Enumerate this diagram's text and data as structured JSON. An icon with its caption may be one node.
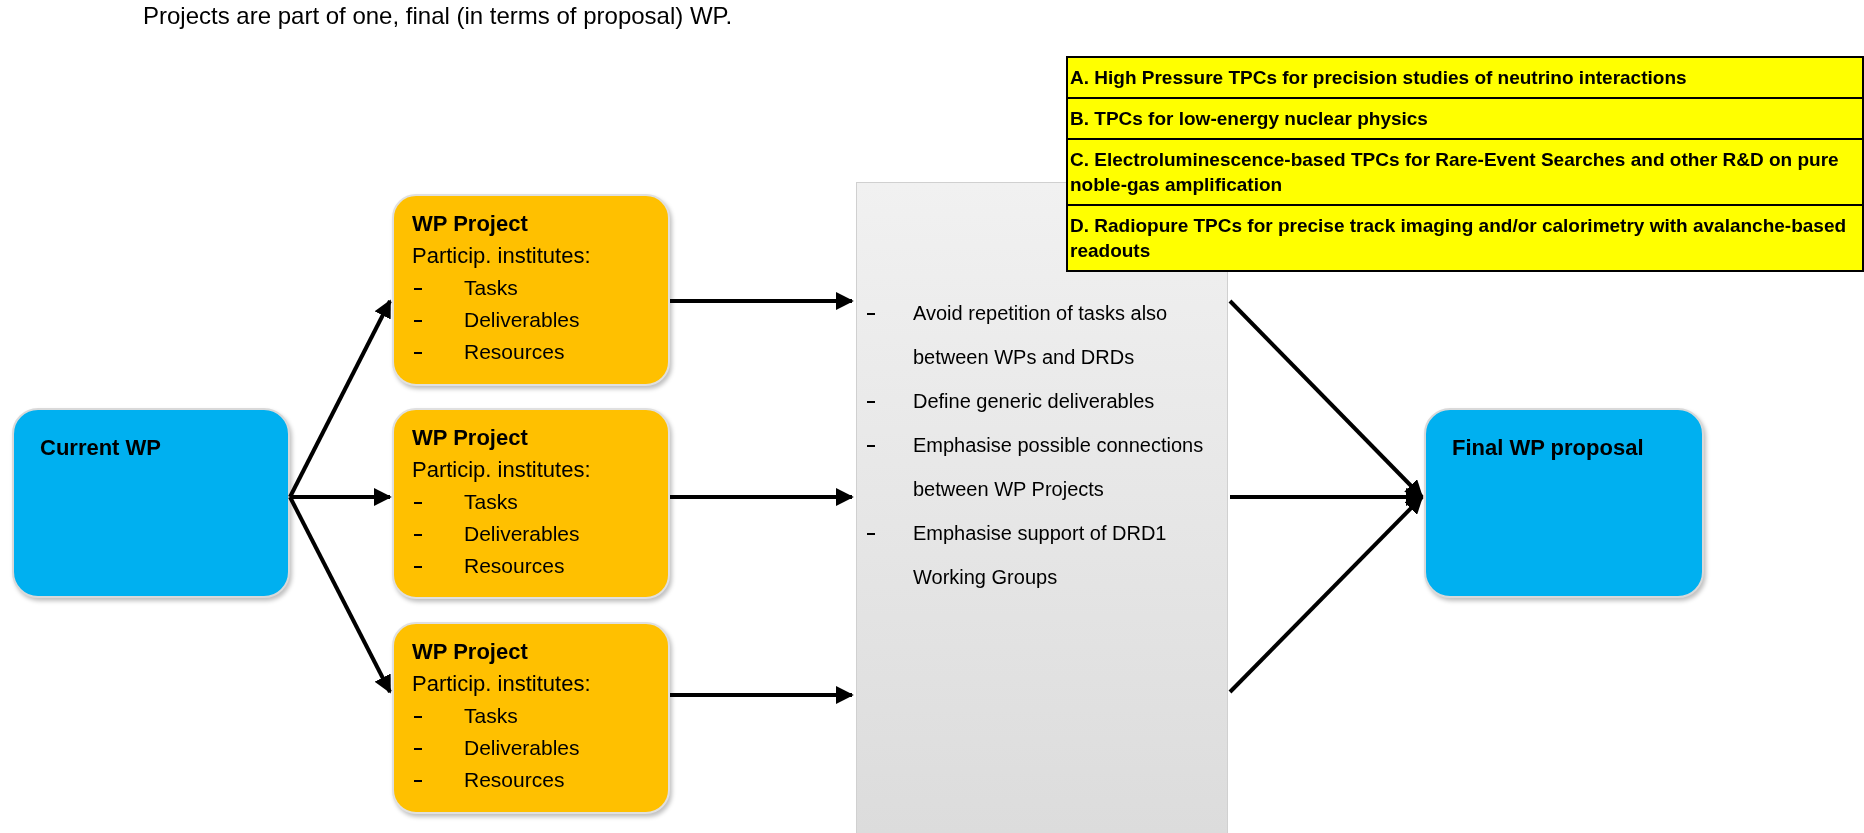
{
  "diagram": {
    "nodes": [
      {
        "text": [
          "Current WP"
        ]
      },
      {
        "text": [
          "WP Project",
          "Particip. institutes:",
          "Tasks",
          "Deliverables",
          "Resources"
        ]
      },
      {
        "text": [
          "WP Project",
          "Particip. institutes:",
          "Tasks",
          "Deliverables",
          "Resources"
        ]
      },
      {
        "text": [
          "WP Project",
          "Particip. institutes:",
          "Tasks",
          "Deliverables",
          "Resources"
        ]
      },
      {
        "text": [
          "Avoid repetition of tasks also between WPs and DRDs",
          "Define generic deliverables",
          "Emphasise possible connections between WP Projects",
          "Emphasise support of DRD1 Working Groups"
        ]
      },
      {
        "text": [
          "Final WP proposal"
        ]
      }
    ],
    "edges": [
      {
        "from": 0,
        "to": 1,
        "arrow": "to"
      },
      {
        "from": 0,
        "to": 2,
        "arrow": "to"
      },
      {
        "from": 0,
        "to": 3,
        "arrow": "to"
      },
      {
        "from": 1,
        "to": 4,
        "arrow": "to"
      },
      {
        "from": 2,
        "to": 4,
        "arrow": "to"
      },
      {
        "from": 3,
        "to": 4,
        "arrow": "to"
      },
      {
        "from": 4,
        "to": 5,
        "arrow": "to"
      },
      {
        "from": 4,
        "to": 5,
        "arrow": "to"
      },
      {
        "from": 4,
        "to": 5,
        "arrow": "to"
      }
    ],
    "labels": [
      "Projects are part of one, final (in terms of proposal) WP.",
      "A. High Pressure TPCs for precision studies of neutrino interactions",
      "B. TPCs for low-energy nuclear physics",
      "C. Electroluminescence-based TPCs for Rare-Event Searches and other R&D on pure noble-gas amplification",
      "D. Radiopure TPCs for precise track imaging and/or calorimetry with avalanche-based readouts"
    ]
  }
}
